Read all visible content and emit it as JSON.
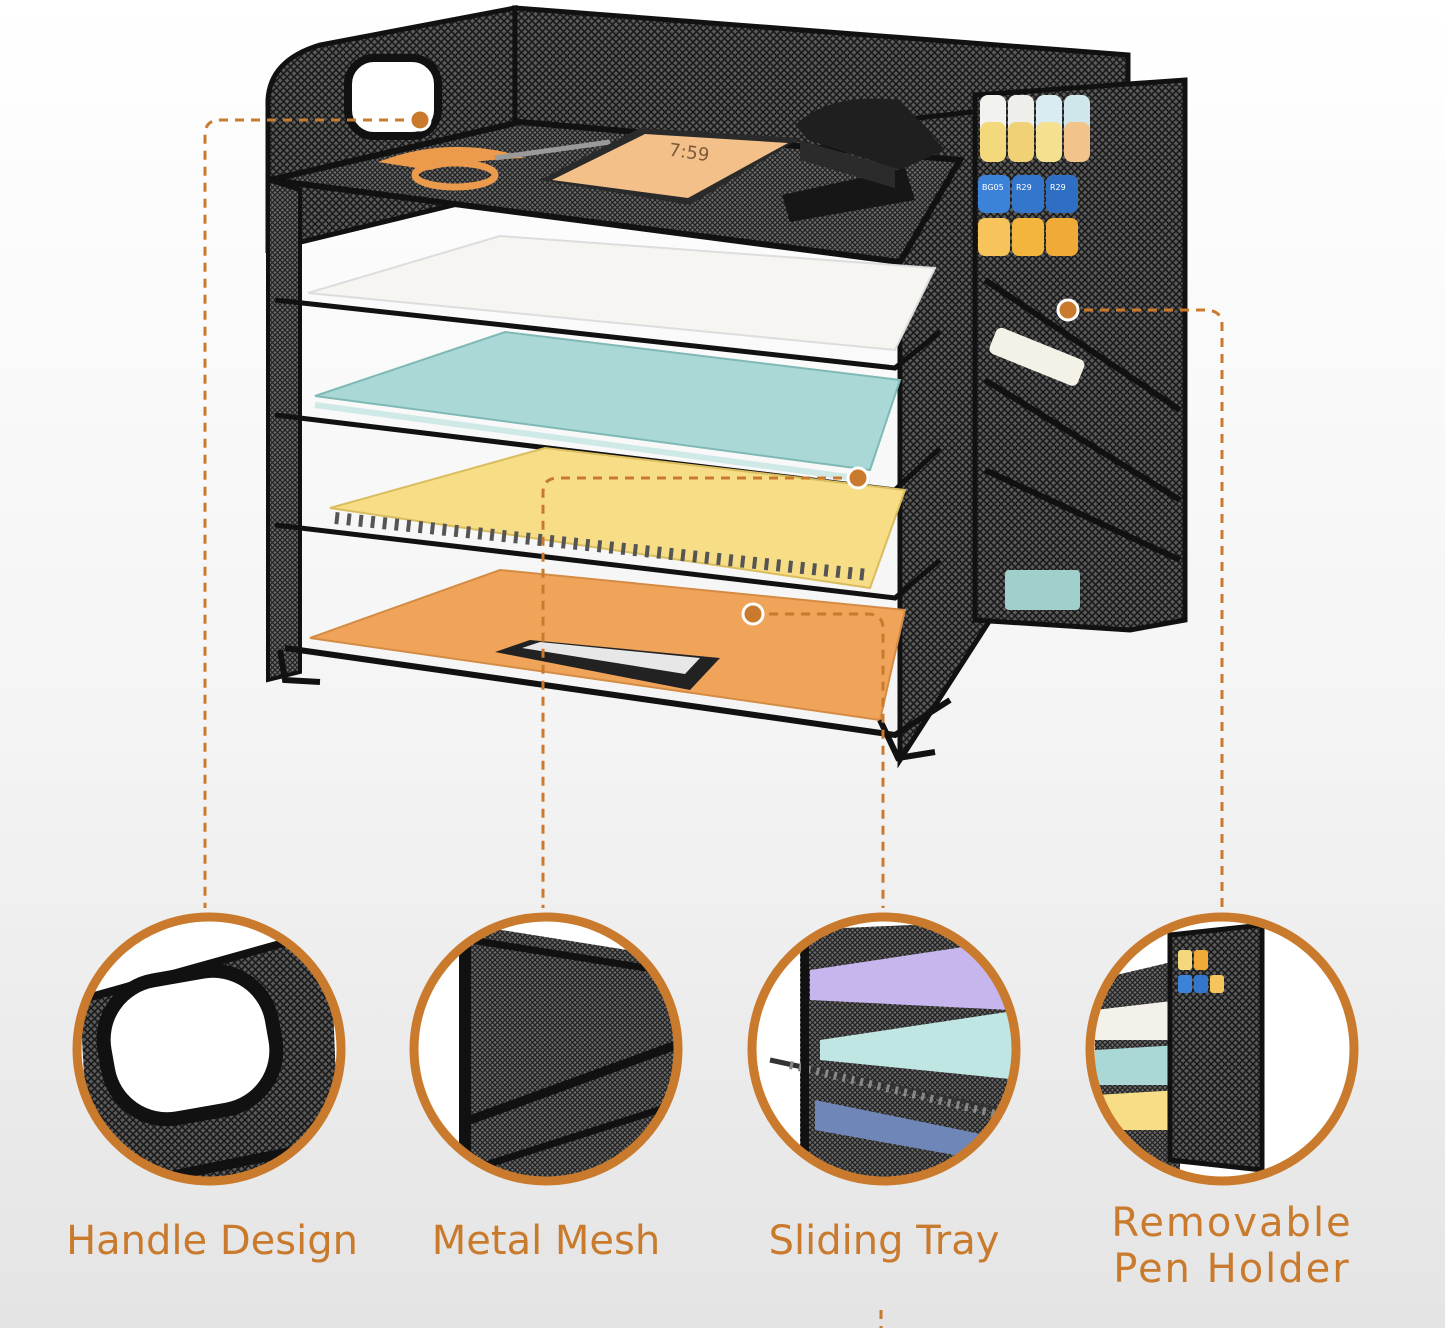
{
  "product": {
    "phone_time": "7:59",
    "marker_labels": [
      "BG05",
      "R29",
      "R29"
    ]
  },
  "features": [
    {
      "id": "handle",
      "lines": [
        "Handle Design"
      ],
      "icon": "handle-detail"
    },
    {
      "id": "mesh",
      "lines": [
        "Metal Mesh"
      ],
      "icon": "mesh-detail"
    },
    {
      "id": "tray",
      "lines": [
        "Sliding Tray"
      ],
      "icon": "sliding-tray-detail"
    },
    {
      "id": "pen",
      "lines": [
        "Removable",
        "Pen Holder"
      ],
      "icon": "pen-holder-detail"
    }
  ],
  "colors": {
    "accent": "#c97a2c",
    "frame": "#1e1e1e",
    "paper_white": "#f6f5f1",
    "paper_blue": "#a9d8d6",
    "paper_yellow": "#f7de86",
    "folder_orange": "#f0a45a"
  }
}
